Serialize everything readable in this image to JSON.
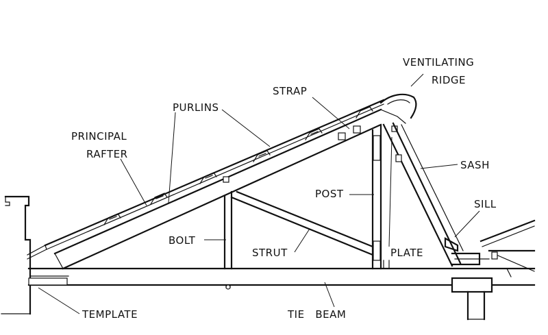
{
  "labels": {
    "ventilating_ridge_line1": "VENTILATING",
    "ventilating_ridge_line2": "RIDGE",
    "strap": "STRAP",
    "purlins": "PURLINS",
    "principal_rafter_line1": "PRINCIPAL",
    "principal_rafter_line2": "RAFTER",
    "sash": "SASH",
    "post": "POST",
    "sill": "SILL",
    "bolt": "BOLT",
    "strut": "STRUT",
    "plate": "PLATE",
    "template": "TEMPLATE",
    "tie_beam": "TIE   BEAM"
  }
}
